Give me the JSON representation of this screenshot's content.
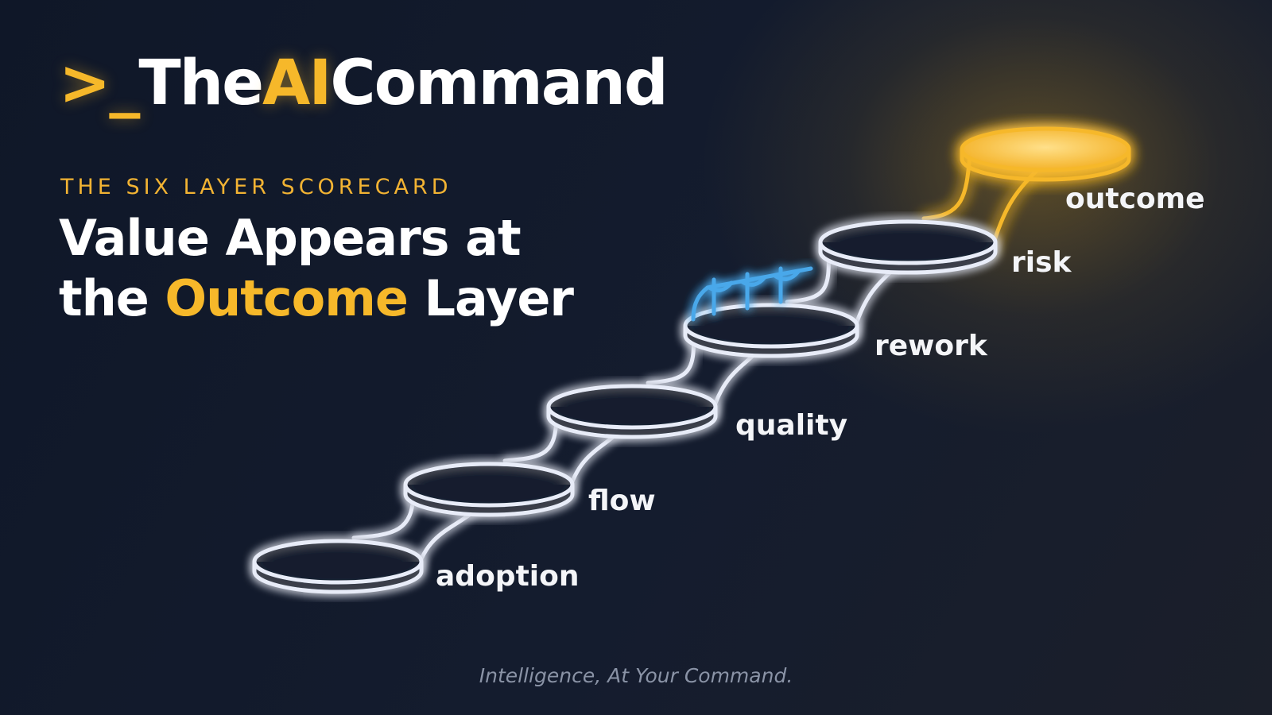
{
  "brand": {
    "prefix": ">_",
    "name_part1": "The",
    "name_accent": "AI",
    "name_part2": "Command"
  },
  "eyebrow": "THE SIX LAYER SCORECARD",
  "headline": {
    "line1": "Value Appears at",
    "line2_pre": "the ",
    "line2_accent": "Outcome",
    "line2_post": " Layer"
  },
  "steps": [
    {
      "label": "adoption"
    },
    {
      "label": "flow"
    },
    {
      "label": "quality"
    },
    {
      "label": "rework"
    },
    {
      "label": "risk"
    },
    {
      "label": "outcome"
    }
  ],
  "tagline": "Intelligence, At Your Command.",
  "colors": {
    "background": "#121a2b",
    "accent": "#f6b82a",
    "step_outline": "#e8ecf8",
    "rail": "#4aa8ea"
  }
}
